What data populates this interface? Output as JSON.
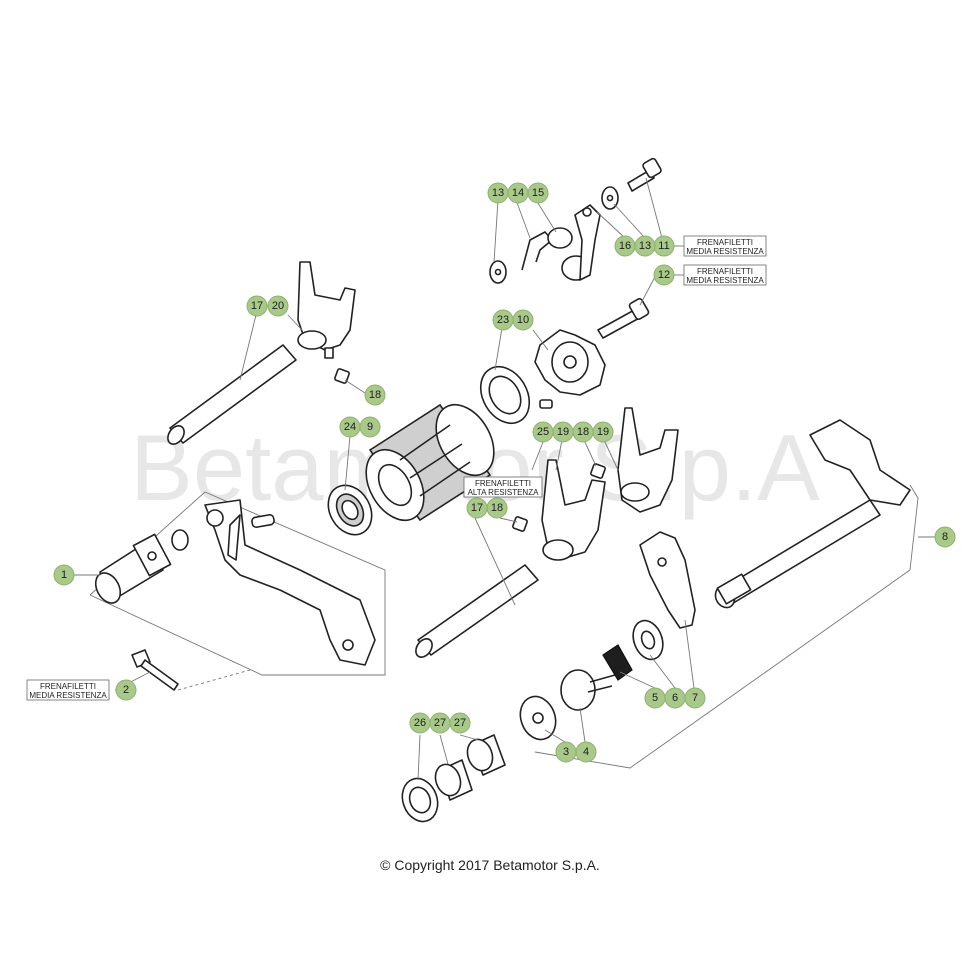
{
  "watermark": "Betamotor S.p.A",
  "copyright": "© Copyright 2017 Betamotor S.p.A.",
  "callouts": [
    "1",
    "2",
    "3",
    "4",
    "5",
    "6",
    "7",
    "8",
    "9",
    "10",
    "11",
    "12",
    "13",
    "13",
    "14",
    "15",
    "16",
    "17",
    "17",
    "18",
    "18",
    "18",
    "19",
    "19",
    "20",
    "23",
    "24",
    "25",
    "26",
    "27",
    "27"
  ],
  "notes": {
    "note_11": [
      "FRENAFILETTI",
      "MEDIA RESISTENZA"
    ],
    "note_12": [
      "FRENAFILETTI",
      "MEDIA RESISTENZA"
    ],
    "note_2": [
      "FRENAFILETTI",
      "MEDIA RESISTENZA"
    ],
    "note_25": [
      "FRENAFILETTI",
      "ALTA RESISTENZA"
    ]
  },
  "colors": {
    "callout_fill": "#a9c98a",
    "watermark": "#e7e7e7"
  }
}
